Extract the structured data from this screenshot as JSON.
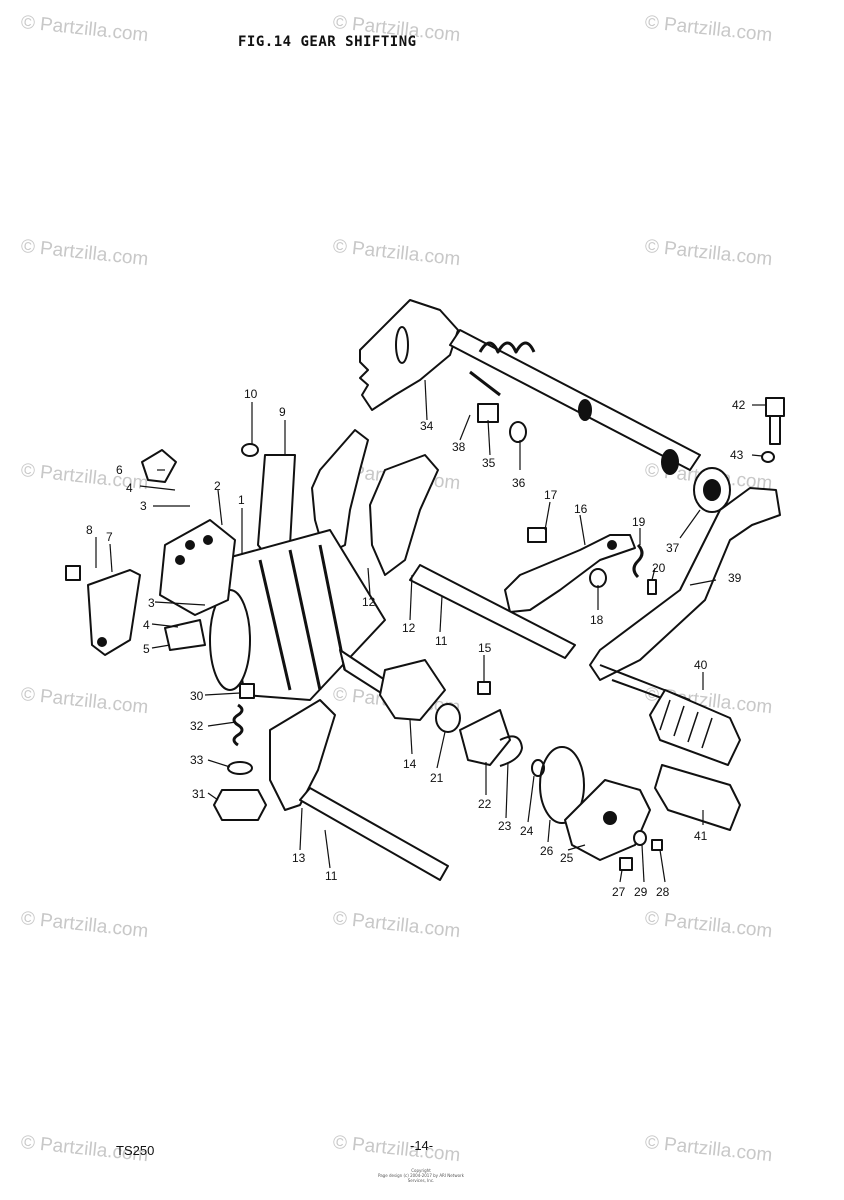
{
  "title": "FIG.14  GEAR SHIFTING",
  "model": "TS250",
  "page_number": "-14-",
  "watermark": "© Partzilla.com",
  "copyright": [
    "Copyright",
    "Page design (c) 2004-2017 by ARI Network Services, Inc."
  ],
  "callouts": [
    "1",
    "2",
    "3",
    "3",
    "4",
    "4",
    "5",
    "6",
    "7",
    "8",
    "9",
    "10",
    "11",
    "11",
    "12",
    "12",
    "13",
    "14",
    "15",
    "16",
    "17",
    "18",
    "19",
    "20",
    "21",
    "22",
    "23",
    "24",
    "25",
    "26",
    "27",
    "28",
    "29",
    "30",
    "31",
    "32",
    "33",
    "34",
    "35",
    "36",
    "37",
    "38",
    "39",
    "40",
    "41",
    "42",
    "43"
  ]
}
